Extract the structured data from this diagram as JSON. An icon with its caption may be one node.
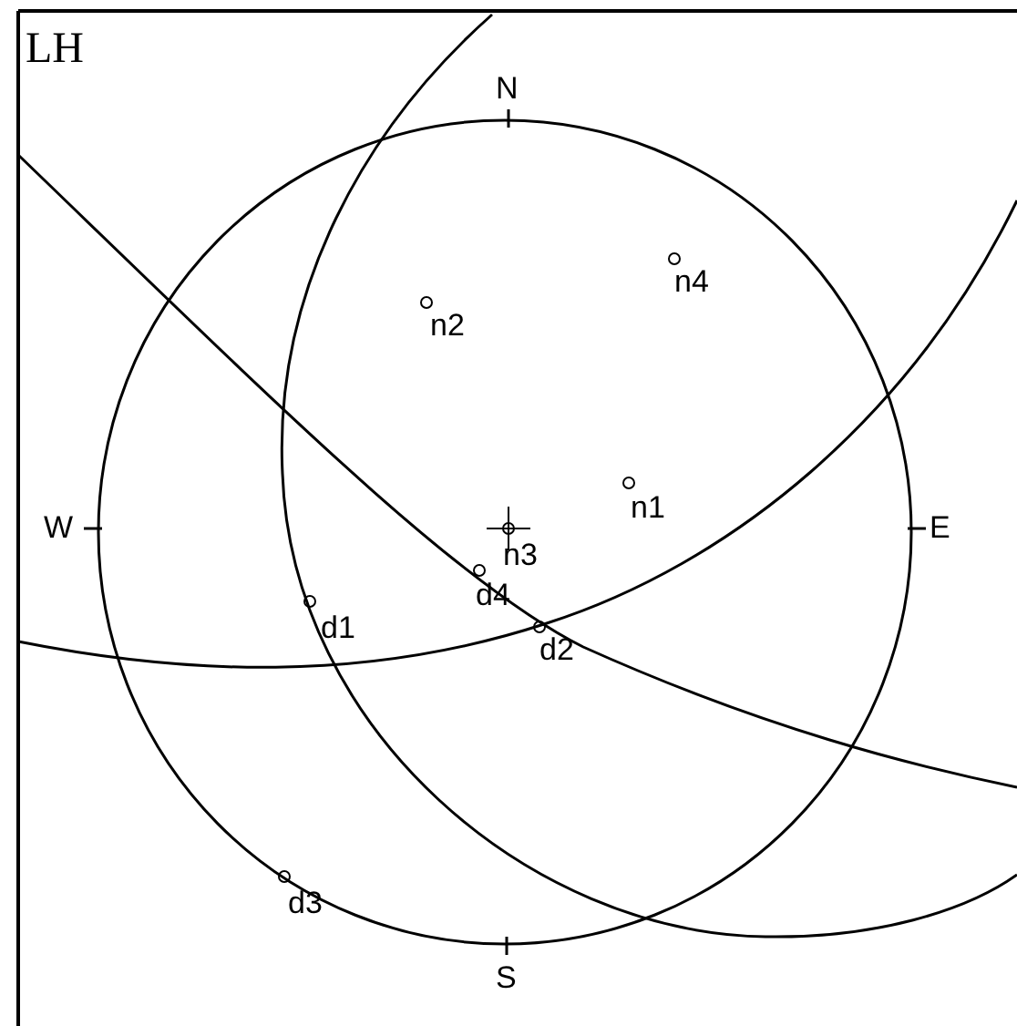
{
  "diagram": {
    "labels": [
      "LH",
      "N",
      "n4",
      "n2",
      "n1",
      "W",
      "E",
      "n3",
      "d4",
      "d1",
      "d2",
      "d3",
      "S"
    ]
  }
}
